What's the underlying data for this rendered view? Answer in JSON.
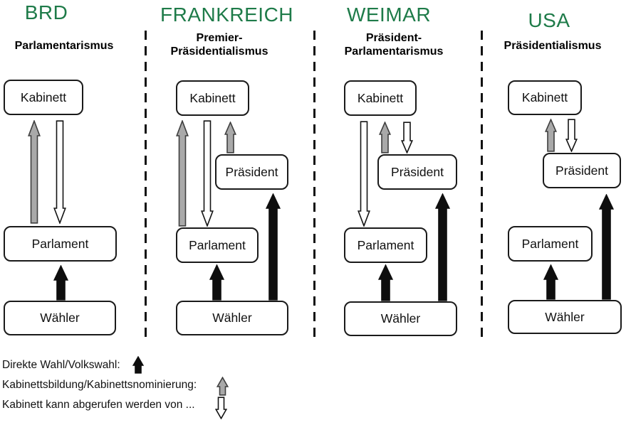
{
  "colors": {
    "title_green": "#1e7b49",
    "box_border": "#1a1a1a",
    "arrow_black": "#0e0e0e",
    "arrow_gray": "#a9a9a9",
    "arrow_gray_outline": "#3f3f3f",
    "arrow_white": "#ffffff",
    "arrow_outline": "#141414",
    "divider": "#111111"
  },
  "box_labels": {
    "kabinett": "Kabinett",
    "praesident": "Präsident",
    "parlament": "Parlament",
    "waehler": "Wähler"
  },
  "columns": [
    {
      "title": "BRD",
      "system_lines": [
        "Parlamentarismus"
      ],
      "relations": [
        {
          "type": "Kabinettsbildung/Kabinettsnominierung",
          "from": "Parlament",
          "to": "Kabinett",
          "arrow": "gray-up"
        },
        {
          "type": "Kabinett kann abgerufen werden von",
          "from": "Kabinett",
          "to": "Parlament",
          "arrow": "white-down"
        },
        {
          "type": "Direkte Wahl/Volkswahl",
          "from": "Wähler",
          "to": "Parlament",
          "arrow": "black-up"
        }
      ]
    },
    {
      "title": "FRANKREICH",
      "system_lines": [
        "Premier-",
        "Präsidentialismus"
      ],
      "relations": [
        {
          "type": "Kabinettsbildung/Kabinettsnominierung",
          "from": "Parlament",
          "to": "Kabinett",
          "arrow": "gray-up"
        },
        {
          "type": "Kabinett kann abgerufen werden von",
          "from": "Kabinett",
          "to": "Parlament",
          "arrow": "white-down"
        },
        {
          "type": "Kabinettsbildung/Kabinettsnominierung",
          "from": "Präsident",
          "to": "Kabinett",
          "arrow": "gray-up"
        },
        {
          "type": "Direkte Wahl/Volkswahl",
          "from": "Wähler",
          "to": "Parlament",
          "arrow": "black-up"
        },
        {
          "type": "Direkte Wahl/Volkswahl",
          "from": "Wähler",
          "to": "Präsident",
          "arrow": "black-up"
        }
      ]
    },
    {
      "title": "WEIMAR",
      "system_lines": [
        "Präsident-",
        "Parlamentarismus"
      ],
      "relations": [
        {
          "type": "Kabinett kann abgerufen werden von",
          "from": "Kabinett",
          "to": "Parlament",
          "arrow": "white-down"
        },
        {
          "type": "Kabinettsbildung/Kabinettsnominierung",
          "from": "Präsident",
          "to": "Kabinett",
          "arrow": "gray-up"
        },
        {
          "type": "Kabinett kann abgerufen werden von",
          "from": "Kabinett",
          "to": "Präsident",
          "arrow": "white-down"
        },
        {
          "type": "Direkte Wahl/Volkswahl",
          "from": "Wähler",
          "to": "Parlament",
          "arrow": "black-up"
        },
        {
          "type": "Direkte Wahl/Volkswahl",
          "from": "Wähler",
          "to": "Präsident",
          "arrow": "black-up"
        }
      ]
    },
    {
      "title": "USA",
      "system_lines": [
        "Präsidentialismus"
      ],
      "relations": [
        {
          "type": "Kabinettsbildung/Kabinettsnominierung",
          "from": "Präsident",
          "to": "Kabinett",
          "arrow": "gray-up"
        },
        {
          "type": "Kabinett kann abgerufen werden von",
          "from": "Kabinett",
          "to": "Präsident",
          "arrow": "white-down"
        },
        {
          "type": "Direkte Wahl/Volkswahl",
          "from": "Wähler",
          "to": "Parlament",
          "arrow": "black-up"
        },
        {
          "type": "Direkte Wahl/Volkswahl",
          "from": "Wähler",
          "to": "Präsident",
          "arrow": "black-up"
        }
      ]
    }
  ],
  "legend": {
    "items": [
      {
        "label": "Direkte Wahl/Volkswahl:",
        "arrow": "black-up"
      },
      {
        "label": "Kabinettsbildung/Kabinettsnominierung:",
        "arrow": "gray-up"
      },
      {
        "label": "Kabinett kann abgerufen werden von ...",
        "arrow": "white-down"
      }
    ]
  }
}
